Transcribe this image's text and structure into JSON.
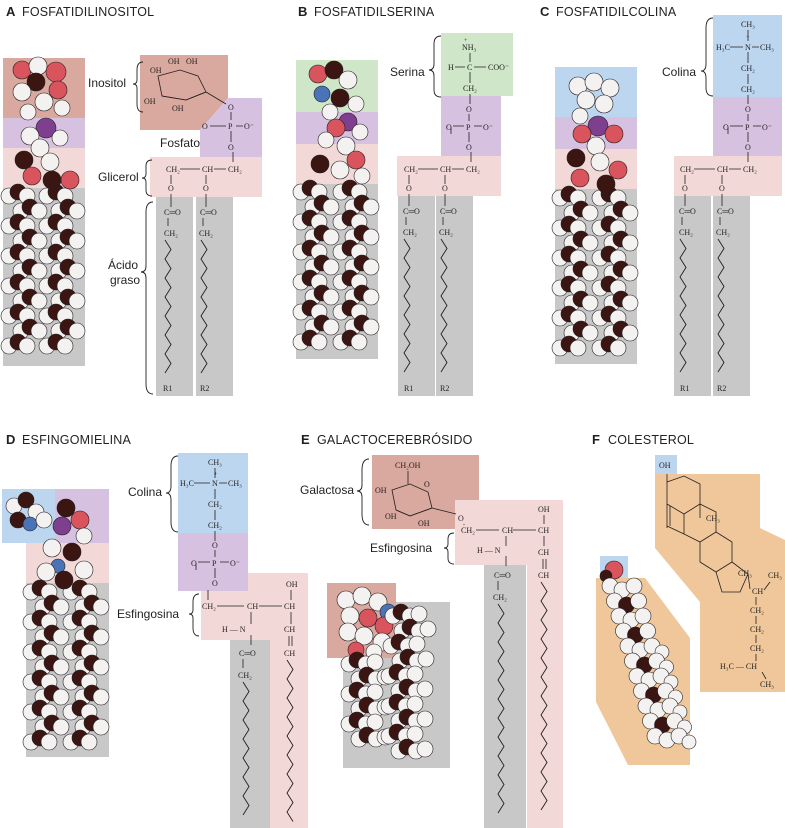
{
  "colors": {
    "inositol": "#d9a89e",
    "fosfato": "#d7c1e0",
    "glicerol": "#f2d9d8",
    "acido_graso": "#c8c8c8",
    "serina": "#cfe6c8",
    "colina": "#bdd6ef",
    "esfingosina": "#f2d9d8",
    "galactosa": "#d9a89e",
    "colesterol": "#efc79a",
    "atom_white": "#f4f1f1",
    "atom_red": "#d9545c",
    "atom_dark": "#3a1512",
    "atom_purple": "#7d3f8e",
    "atom_blue": "#4a73b8"
  },
  "panels": {
    "a": {
      "letter": "A",
      "title": "FOSFATIDILINOSITOL",
      "labels": {
        "inositol": "Inositol",
        "fosfato": "Fosfato",
        "glicerol": "Glicerol",
        "acido1": "Ácido",
        "acido2": "graso"
      }
    },
    "b": {
      "letter": "B",
      "title": "FOSFATIDILSERINA",
      "labels": {
        "serina": "Serina"
      }
    },
    "c": {
      "letter": "C",
      "title": "FOSFATIDILCOLINA",
      "labels": {
        "colina": "Colina"
      }
    },
    "d": {
      "letter": "D",
      "title": "ESFINGOMIELINA",
      "labels": {
        "colina": "Colina",
        "esfingosina": "Esfingosina"
      }
    },
    "e": {
      "letter": "E",
      "title": "GALACTOCEREBRÓSIDO",
      "labels": {
        "galactosa": "Galactosa",
        "esfingosina": "Esfingosina"
      }
    },
    "f": {
      "letter": "F",
      "title": "COLESTEROL"
    }
  },
  "chem": {
    "oh": "OH",
    "o": "O",
    "p": "P",
    "o_minus": "O⁻",
    "o_minus_short": "O",
    "minus": "−",
    "ch2": "CH₂",
    "ch": "CH",
    "ch3": "CH₃",
    "h3c": "H₃C",
    "h": "H",
    "c": "C",
    "n": "N",
    "n_plus": "N⁺",
    "nh3": "NH₃",
    "plus": "+",
    "coo": "COO⁻",
    "ch2oh": "CH₂OH",
    "c_eq_o": "C═O",
    "h_n": "H — N",
    "r1": "R1",
    "r2": "R2",
    "h3c_ch": "H₃C — CH",
    "chol_ch3": "CH₃"
  }
}
